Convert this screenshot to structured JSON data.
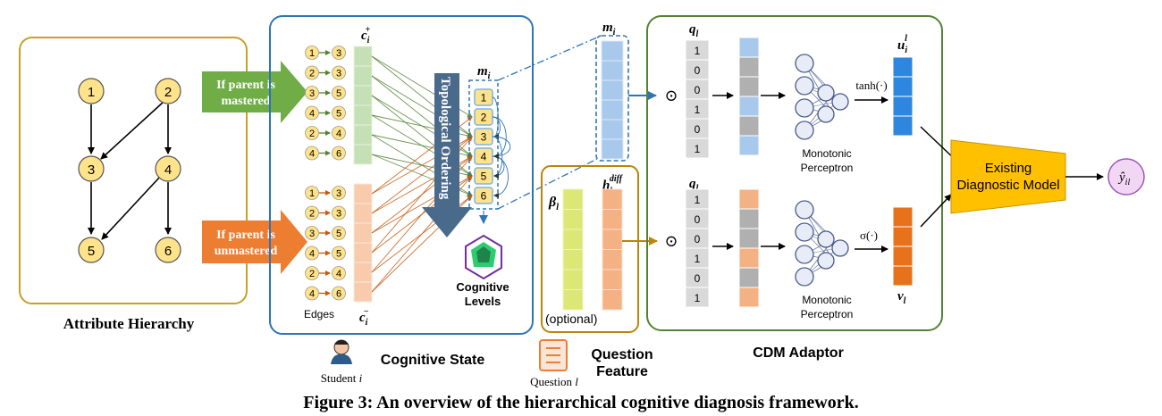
{
  "colors": {
    "attr_box": "#c8a02a",
    "state_box": "#2e75b6",
    "adaptor_box": "#548235",
    "question_box": "#b8860b",
    "node_fill": "#ffe38a",
    "green_arrow": "#70ad47",
    "orange_arrow": "#ed7d31",
    "topo_arrow": "#4a6a8c",
    "blue_vec": "#7fb2e5",
    "light_blue_vec": "#a9c9ec",
    "gray_vec": "#b0b0b0",
    "salmon_vec": "#f4b183",
    "light_green_vec": "#c5e0b4",
    "peach_vec": "#f8cbad",
    "yellow_vec": "#dce775",
    "u_vec": "#2e86de",
    "v_vec": "#e8711c",
    "model_fill": "#ffc000"
  },
  "attribute_hierarchy": {
    "title": "Attribute Hierarchy",
    "nodes": [
      "1",
      "2",
      "3",
      "4",
      "5",
      "6"
    ]
  },
  "arrows": {
    "mastered": [
      "If parent is",
      "mastered"
    ],
    "unmastered": [
      "If parent is",
      "unmastered"
    ]
  },
  "cognitive_state": {
    "title": "Cognitive State",
    "student_label": "Student",
    "student_var": "i",
    "edges_label": "Edges",
    "c_plus": "c",
    "c_plus_sub": "i",
    "c_plus_sup": "+",
    "c_minus": "c",
    "c_minus_sub": "i",
    "c_minus_sup": "−",
    "edges_top": [
      {
        "from": "1",
        "to": "3"
      },
      {
        "from": "2",
        "to": "3"
      },
      {
        "from": "3",
        "to": "5"
      },
      {
        "from": "4",
        "to": "5"
      },
      {
        "from": "2",
        "to": "4"
      },
      {
        "from": "4",
        "to": "6"
      }
    ],
    "edges_bottom": [
      {
        "from": "1",
        "to": "3"
      },
      {
        "from": "2",
        "to": "3"
      },
      {
        "from": "3",
        "to": "5"
      },
      {
        "from": "4",
        "to": "5"
      },
      {
        "from": "2",
        "to": "4"
      },
      {
        "from": "4",
        "to": "6"
      }
    ],
    "topo_label": "Topological Ordering",
    "m_label": "m",
    "m_sub": "i",
    "m_items": [
      "1",
      "2",
      "3",
      "4",
      "5",
      "6"
    ],
    "levels_label": [
      "Cognitive",
      "Levels"
    ]
  },
  "question_feature": {
    "title": [
      "Question",
      "Feature"
    ],
    "question_label": "Question",
    "question_var": "l",
    "beta": "β",
    "beta_sub": "l",
    "h": "h",
    "h_sub": "l",
    "h_sup": "diff",
    "optional": "(optional)"
  },
  "cdm_adaptor": {
    "title": "CDM Adaptor",
    "m_label": "m",
    "m_sub": "i",
    "q_label": "q",
    "q_sub": "l",
    "q_values_top": [
      "1",
      "0",
      "0",
      "1",
      "0",
      "1"
    ],
    "q_values_bottom": [
      "1",
      "0",
      "0",
      "1",
      "0",
      "1"
    ],
    "odot": "⊙",
    "perceptron_top": [
      "Monotonic",
      "Perceptron"
    ],
    "perceptron_bottom": [
      "Monotonic",
      "Perceptron"
    ],
    "tanh": "tanh(·)",
    "sigma": "σ(·)",
    "u_label": "u",
    "u_sub": "i",
    "u_sup": "l",
    "v_label": "v",
    "v_sub": "l",
    "model_label": [
      "Existing",
      "Diagnostic Model"
    ],
    "y_hat": "ŷ",
    "y_sub": "il"
  },
  "caption": "Figure 3: An overview of the hierarchical cognitive diagnosis framework."
}
